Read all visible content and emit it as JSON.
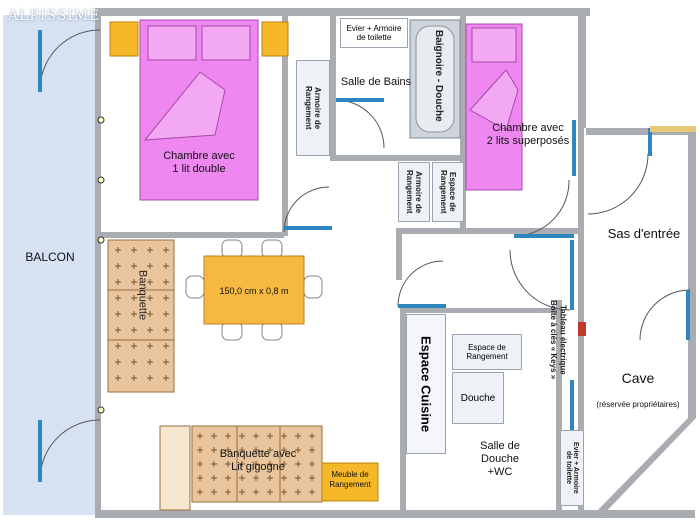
{
  "logo": "ALPISSIME",
  "rooms": {
    "balcon": "BALCON",
    "bedroom1": "Chambre avec\n1 lit double",
    "bedroom2": "Chambre avec\n2 lits superposés",
    "bathroom": "Salle de Bains",
    "entry": "Sas d'entrée",
    "cave": "Cave",
    "cave_note": "(réservée propriétaires)",
    "kitchen": "Espace Cuisine",
    "shower_room": "Salle de Douche\n+WC",
    "shower": "Douche"
  },
  "furniture": {
    "bathtub": "Baignoire - Douche",
    "sink_top": "Evier + Armoire\nde toilette",
    "wardrobe1": "Armoire de\nRangement",
    "wardrobe2": "Armoire de\nRangement",
    "storage_space1": "Espace de\nRangement",
    "storage_space2": "Espace de\nRangement",
    "table": "150,0 cm x 0,8 m",
    "banquette_vertical": "Banquette",
    "banquette_bottom": "Banquette avec\nLit gigogne",
    "meuble": "Meuble de\nRangement",
    "tableau": "Tableau électrique\nBoîte à clés « Keys »",
    "sink_wc": "Evier + Armoire\nde toilette"
  },
  "colors": {
    "wall": "#a9acb0",
    "bed": "#ee88f0",
    "nightstand": "#f5b829",
    "table": "#f5b942",
    "banquette": "#e8c59c",
    "door": "#2e86c1",
    "balcony": "#d6e2f2",
    "box": "#eef1f6"
  }
}
